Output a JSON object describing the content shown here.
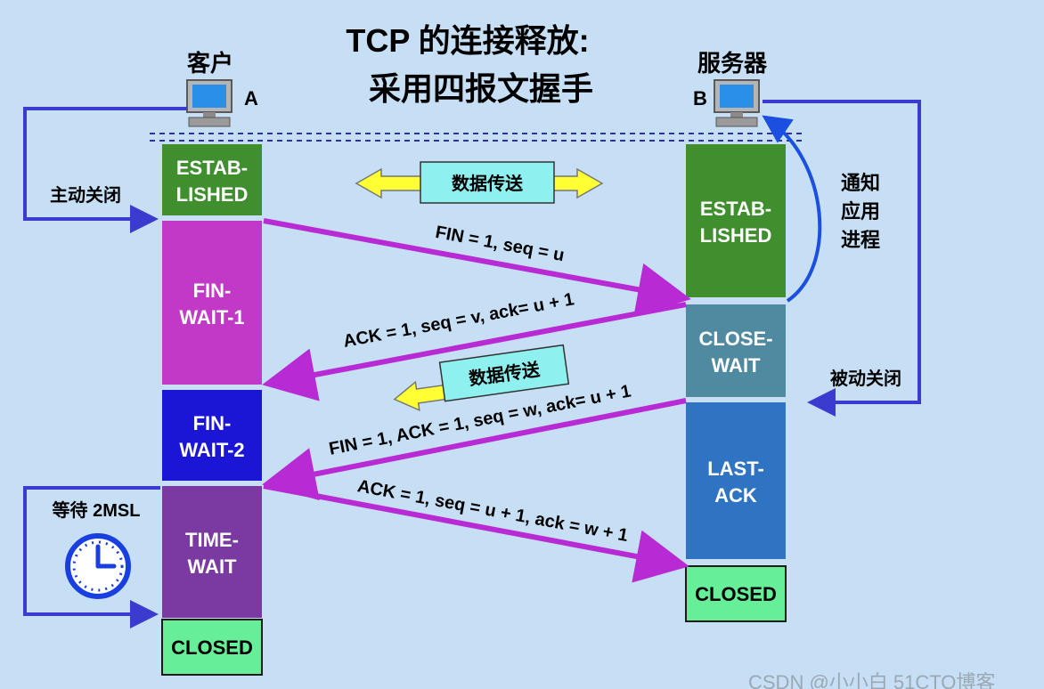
{
  "title": {
    "line1": "TCP 的连接释放:",
    "line2": "采用四报文握手"
  },
  "client": {
    "name": "客户",
    "letter": "A"
  },
  "server": {
    "name": "服务器",
    "letter": "B"
  },
  "client_states": [
    {
      "line1": "ESTAB-",
      "line2": "LISHED",
      "color": "#3f8f2f"
    },
    {
      "line1": "FIN-",
      "line2": "WAIT-1",
      "color": "#c238c7"
    },
    {
      "line1": "FIN-",
      "line2": "WAIT-2",
      "color": "#1b16d6"
    },
    {
      "line1": "TIME-",
      "line2": "WAIT",
      "color": "#7a3aa2"
    },
    {
      "line1": "CLOSED",
      "line2": "",
      "color": "#66ee99"
    }
  ],
  "server_states": [
    {
      "line1": "ESTAB-",
      "line2": "LISHED",
      "color": "#3f8f2f"
    },
    {
      "line1": "CLOSE-",
      "line2": "WAIT",
      "color": "#4f8aa0"
    },
    {
      "line1": "LAST-",
      "line2": "ACK",
      "color": "#2f73c3"
    },
    {
      "line1": "CLOSED",
      "line2": "",
      "color": "#66ee99"
    }
  ],
  "messages": {
    "fin1": "FIN = 1, seq = u",
    "ack1": "ACK = 1, seq = v, ack= u + 1",
    "fin2": "FIN = 1, ACK = 1, seq = w, ack= u + 1",
    "ack2": "ACK = 1, seq = u + 1, ack = w + 1"
  },
  "data_transfer_top": "数据传送",
  "data_transfer_mid": "数据传送",
  "active_close": "主动关闭",
  "passive_close": "被动关闭",
  "notify_app": {
    "line1": "通知",
    "line2": "应用",
    "line3": "进程"
  },
  "wait_2msl": "等待 2MSL",
  "watermark": "CSDN @小小白 51CTO博客",
  "colors": {
    "background": "#c7dff5",
    "message_arrow": "#b82ad4",
    "close_arrow": "#3b3bd0",
    "data_box": "#8ff0f0",
    "data_arrow": "#ffff33"
  }
}
